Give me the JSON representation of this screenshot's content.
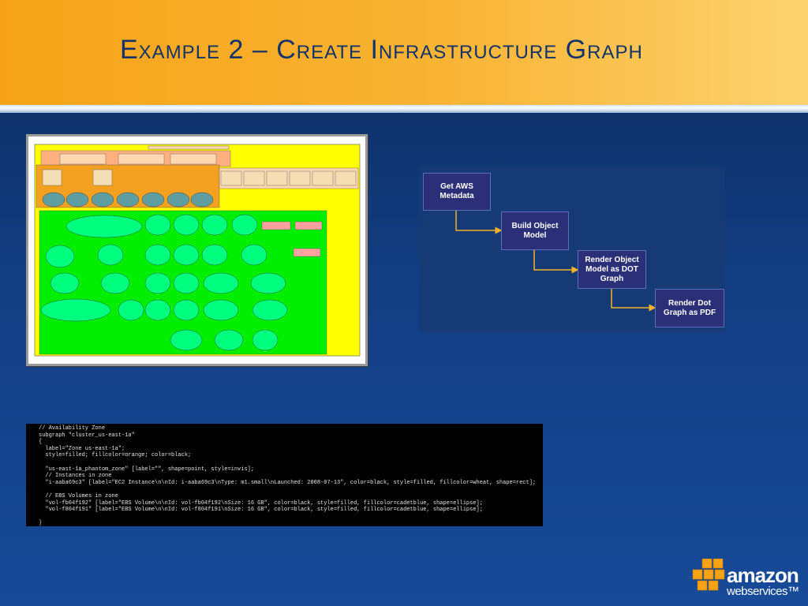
{
  "slide": {
    "title": "Example 2 – Create Infrastructure Graph"
  },
  "flowchart": {
    "steps": [
      {
        "label": "Get AWS Metadata"
      },
      {
        "label": "Build Object Model"
      },
      {
        "label": "Render Object Model as DOT Graph"
      },
      {
        "label": "Render Dot Graph as PDF"
      }
    ],
    "colors": {
      "box": "#2a2f78",
      "arrow": "#f4b227"
    }
  },
  "code": {
    "lines": [
      "// Availability Zone",
      "subgraph \"cluster_us-east-1a\"",
      "{",
      "  label=\"Zone us-east-1a\";",
      "  style=filled; fillcolor=orange; color=black;",
      "",
      "  \"us-east-1a_phantom_zone\" [label=\"\", shape=point, style=invis];",
      "  // Instances in zone",
      "  \"i-aaba69c3\" [label=\"EC2 Instance\\n\\nId: i-aaba69c3\\nType: m1.small\\nLaunched: 2008-07-13\", color=black, style=filled, fillcolor=wheat, shape=rect];",
      "",
      "  // EBS Volumes in zone",
      "  \"vol-fb04f192\" [label=\"EBS Volume\\n\\nId: vol-fb04f192\\nSize: 16 GB\", color=black, style=filled, fillcolor=cadetblue, shape=ellipse];",
      "  \"vol-f804f191\" [label=\"EBS Volume\\n\\nId: vol-f804f191\\nSize: 16 GB\", color=black, style=filled, fillcolor=cadetblue, shape=ellipse];",
      "",
      "}"
    ]
  },
  "logo": {
    "brand": "amazon",
    "sub": "webservices™"
  },
  "colors": {
    "header": "#f6a317",
    "title": "#13336b",
    "background": "#123d82"
  }
}
